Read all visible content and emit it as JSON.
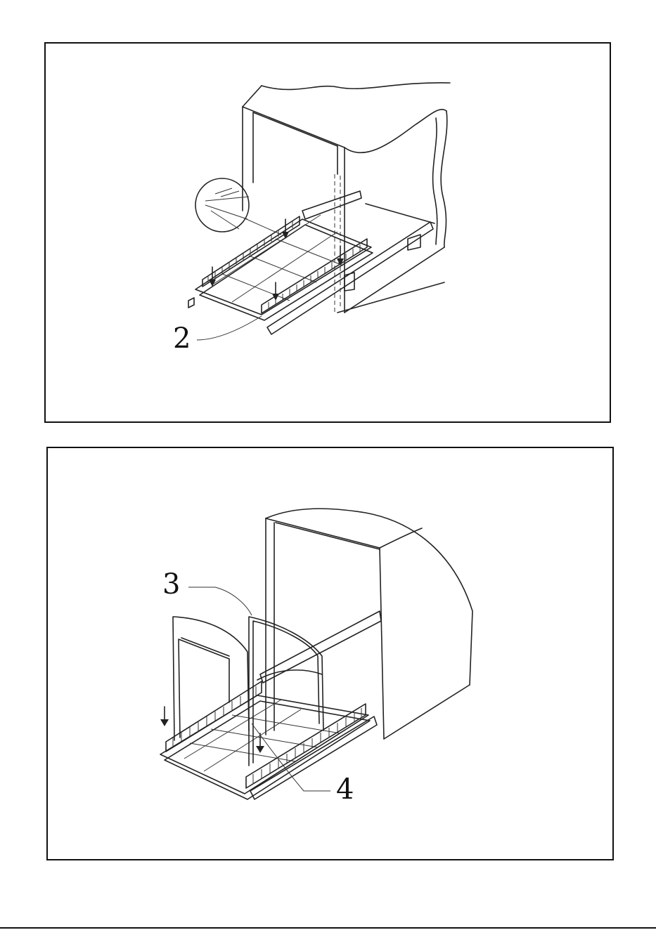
{
  "figure_top": {
    "callout_label": "2"
  },
  "figure_bottom": {
    "callout_labels": [
      "3",
      "4"
    ]
  },
  "icons": [
    "cabinet-illustration",
    "wire-basket-illustration",
    "down-arrow-icon",
    "magnifier-detail-circle"
  ]
}
